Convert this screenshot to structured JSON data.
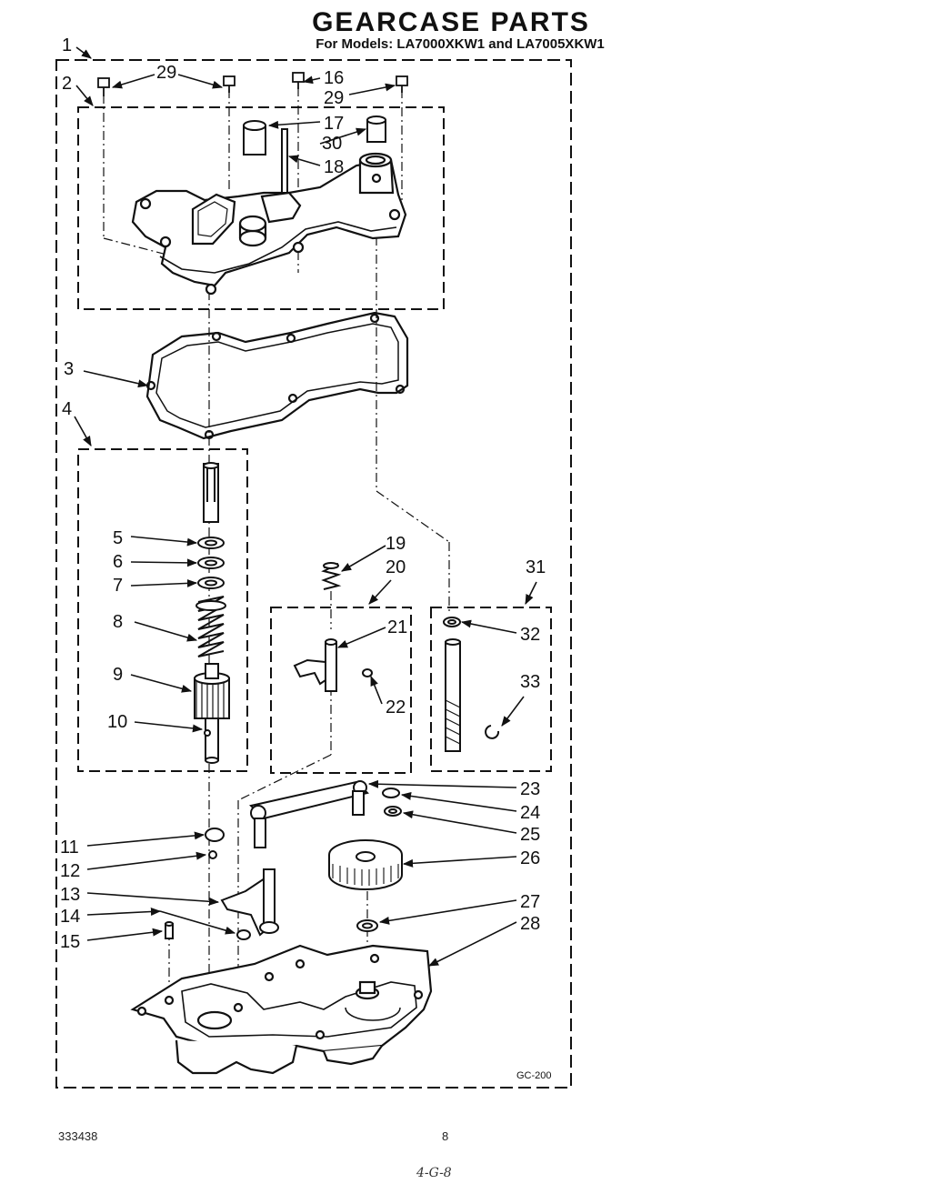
{
  "title": "GEARCASE PARTS",
  "subtitle": "For Models: LA7000XKW1 and LA7005XKW1",
  "figure_code": "GC-200",
  "footer": {
    "doc_number": "333438",
    "page_number": "8",
    "handwritten_note": "4-G-8"
  },
  "callouts": {
    "c1": "1",
    "c2": "2",
    "c3": "3",
    "c4": "4",
    "c5": "5",
    "c6": "6",
    "c7": "7",
    "c8": "8",
    "c9": "9",
    "c10": "10",
    "c11": "11",
    "c12": "12",
    "c13": "13",
    "c14": "14",
    "c15": "15",
    "c16": "16",
    "c17": "17",
    "c18": "18",
    "c19": "19",
    "c20": "20",
    "c21": "21",
    "c22": "22",
    "c23": "23",
    "c24": "24",
    "c25": "25",
    "c26": "26",
    "c27": "27",
    "c28": "28",
    "c29a": "29",
    "c29b": "29",
    "c30": "30",
    "c31": "31",
    "c32": "32",
    "c33": "33"
  },
  "colors": {
    "ink": "#111111",
    "paper": "#ffffff"
  }
}
